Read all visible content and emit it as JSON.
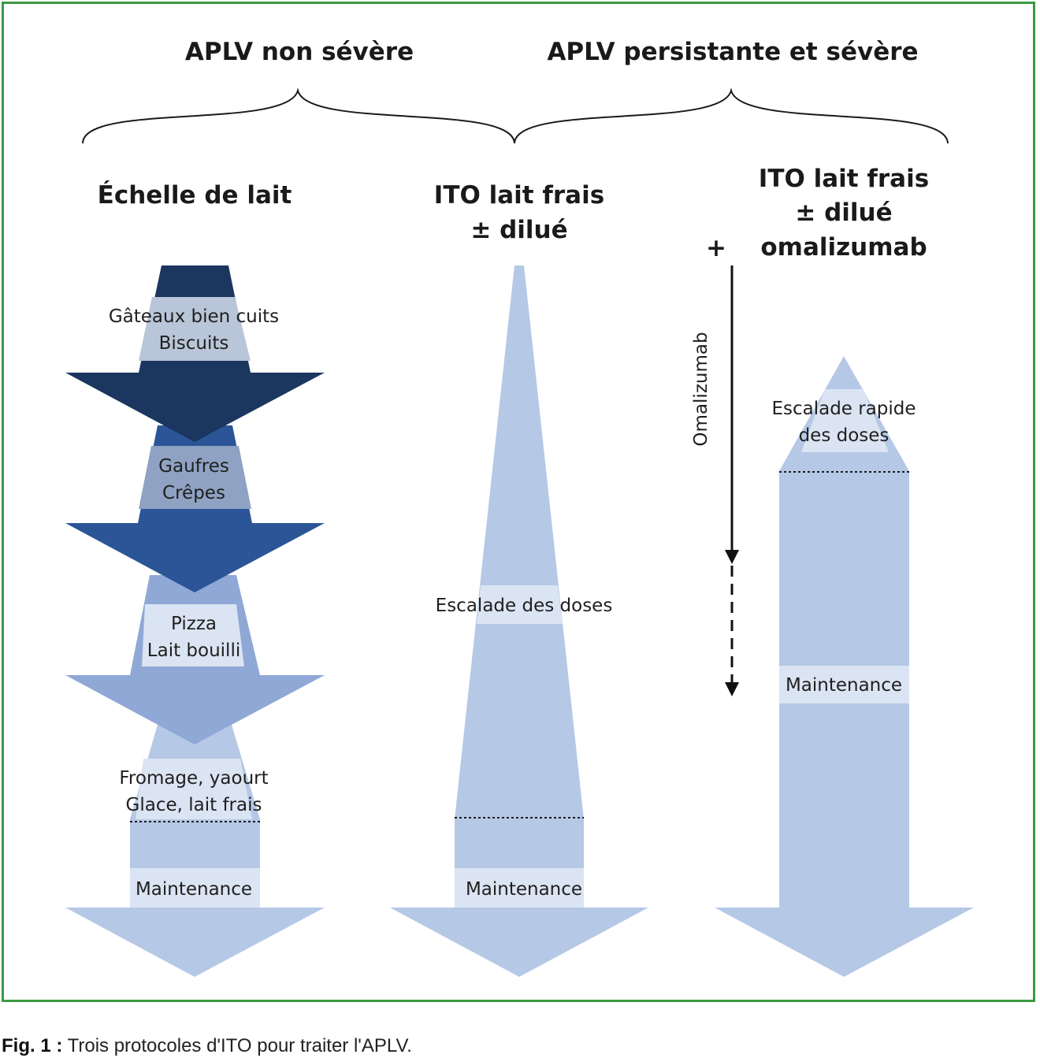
{
  "headers": {
    "group_non_severe": "APLV non sévère",
    "group_severe": "APLV persistante et sévère"
  },
  "columns": {
    "milk_ladder": {
      "title": "Échelle de lait",
      "steps": [
        {
          "line1": "Gâteaux bien cuits",
          "line2": "Biscuits"
        },
        {
          "line1": "Gaufres",
          "line2": "Crêpes"
        },
        {
          "line1": "Pizza",
          "line2": "Lait bouilli"
        },
        {
          "line1": "Fromage, yaourt",
          "line2": "Glace, lait frais"
        }
      ],
      "maintenance": "Maintenance"
    },
    "ito_fresh": {
      "title_line1": "ITO lait frais",
      "title_line2": "± dilué",
      "escalation": "Escalade des doses",
      "maintenance": "Maintenance"
    },
    "ito_omalizumab": {
      "title_line1": "ITO lait frais",
      "title_line2": "± dilué",
      "plus": "+",
      "title_line3": "omalizumab",
      "drug_label": "Omalizumab",
      "escalation_line1": "Escalade rapide",
      "escalation_line2": "des doses",
      "maintenance": "Maintenance"
    }
  },
  "colors": {
    "frame": "#3b9a42",
    "navy": "#1b365f",
    "blue": "#2b5597",
    "mid_blue": "#8fa8d6",
    "light_blue": "#b5c8e6",
    "band": "#dbe4f3"
  },
  "caption": {
    "label": "Fig. 1 :",
    "text": " Trois protocoles d'ITO pour traiter l'APLV."
  }
}
